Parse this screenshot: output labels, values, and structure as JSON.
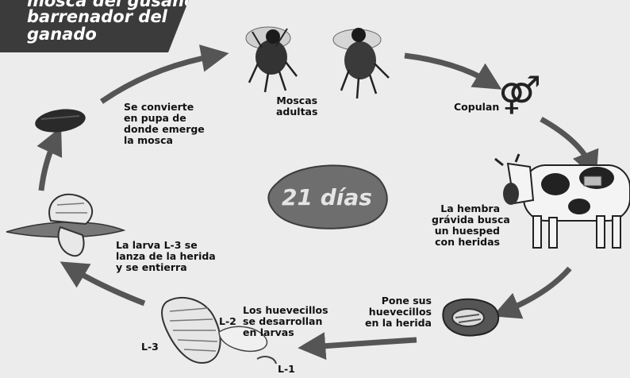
{
  "title": {
    "lines": [
      "mosca del gusano",
      "barrenador del",
      "ganado"
    ]
  },
  "center": {
    "duration": "21 días"
  },
  "stages": {
    "adults": {
      "lines": [
        "Moscas",
        "adultas"
      ]
    },
    "mating": {
      "lines": [
        "Copulan"
      ]
    },
    "host": {
      "lines": [
        "La hembra",
        "grávida busca",
        "un huesped",
        "con heridas"
      ]
    },
    "eggs": {
      "lines": [
        "Pone sus",
        "huevecillos",
        "en la herida"
      ]
    },
    "larvae": {
      "lines": [
        "Los huevecillos",
        "se desarrollan",
        "en larvas"
      ]
    },
    "larva_stages": {
      "l1": "L-1",
      "l2": "L-2",
      "l3": "L-3"
    },
    "ground": {
      "lines": [
        "La larva L-3 se",
        "lanza de la herida",
        "y se entierra"
      ]
    },
    "pupa": {
      "lines": [
        "Se convierte",
        "en pupa de",
        "donde emerge",
        "la mosca"
      ]
    }
  },
  "symbols": {
    "mating_glyph": "⚤"
  },
  "colors": {
    "arrow": "#555555",
    "title_bg": "#3b3b3b",
    "center_blob": "#6e6e6e"
  }
}
